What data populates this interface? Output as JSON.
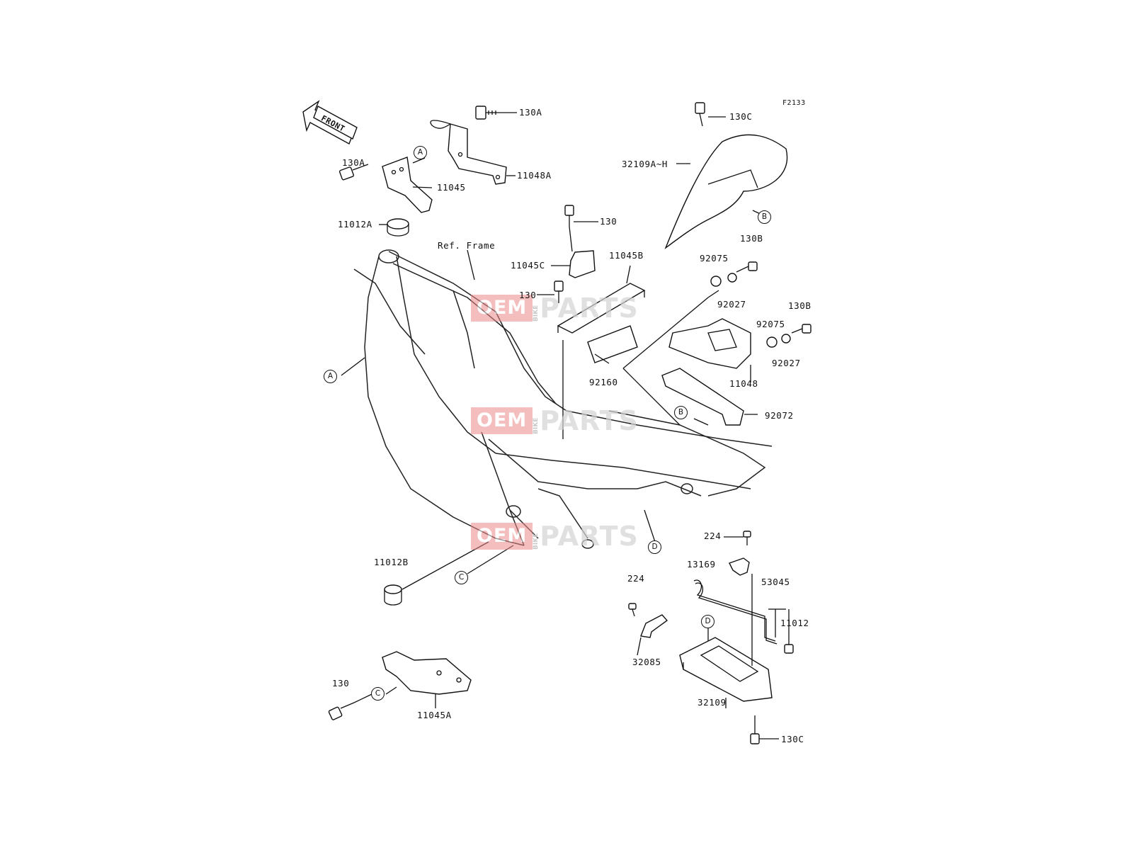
{
  "diagram": {
    "code": "F2133",
    "front_label": "FRONT",
    "ref_frame": "Ref. Frame",
    "callouts": {
      "a_top": "A",
      "a_left": "A",
      "b_top": "B",
      "b_mid": "B",
      "c_mid": "C",
      "c_bottom": "C",
      "d_mid": "D",
      "d_right": "D"
    },
    "parts": {
      "p130A_top": "130A",
      "p130A_left": "130A",
      "p11045": "11045",
      "p11048A": "11048A",
      "p11012A": "11012A",
      "p130_upper": "130",
      "p11045C": "11045C",
      "p11045B": "11045B",
      "p130_mid": "130",
      "p92160": "92160",
      "p130C_top": "130C",
      "p32109AH": "32109A~H",
      "p130B_upper": "130B",
      "p92075_upper": "92075",
      "p92027_upper": "92027",
      "p130B_lower": "130B",
      "p92075_lower": "92075",
      "p92027_lower": "92027",
      "p11048": "11048",
      "p92072": "92072",
      "p224_right": "224",
      "p13169": "13169",
      "p53045": "53045",
      "p11012": "11012",
      "p224_left": "224",
      "p32085": "32085",
      "p32109": "32109",
      "p130C_bottom": "130C",
      "p11012B": "11012B",
      "p130_bottom": "130",
      "p11045A": "11045A"
    },
    "watermark": {
      "oem": "OEM",
      "bike": "BIKE",
      "parts": "PARTS"
    }
  }
}
